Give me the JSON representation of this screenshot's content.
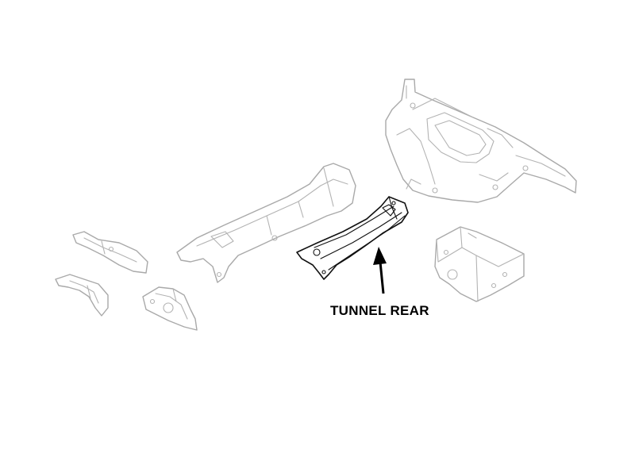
{
  "callout": {
    "label": "TUNNEL REAR"
  },
  "colors": {
    "background": "#ffffff",
    "ghost_parts": "#a9a9a9",
    "highlighted_part": "#111111",
    "arrow": "#000000"
  },
  "parts": [
    {
      "name": "rear-floor-crossmember-assembly",
      "highlighted": false
    },
    {
      "name": "tunnel-front-reinforcement",
      "highlighted": false
    },
    {
      "name": "tunnel-rear",
      "highlighted": true
    },
    {
      "name": "battery-tray-bracket",
      "highlighted": false
    },
    {
      "name": "small-bracket-upper-left",
      "highlighted": false
    },
    {
      "name": "small-bracket-lower-left",
      "highlighted": false
    },
    {
      "name": "mount-bracket-center-left",
      "highlighted": false
    }
  ]
}
